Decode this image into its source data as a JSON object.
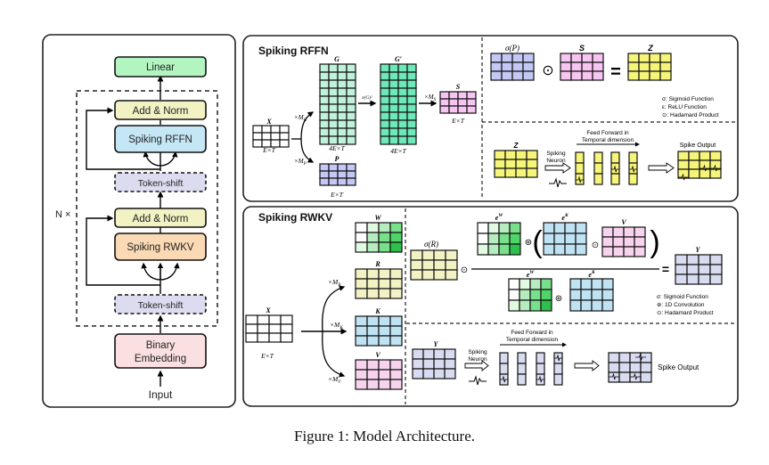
{
  "caption": "Figure 1: Model Architecture.",
  "left_panel": {
    "repeat_label": "N ×",
    "blocks": {
      "linear": "Linear",
      "add_norm_top": "Add & Norm",
      "spiking_rffn": "Spiking RFFN",
      "token_shift_top": "Token-shift",
      "add_norm_bottom": "Add & Norm",
      "spiking_rwkv": "Spiking RWKV",
      "token_shift_bottom": "Token-shift",
      "binary_embedding_line1": "Binary",
      "binary_embedding_line2": "Embedding"
    },
    "input_label": "Input",
    "colors": {
      "linear": "#b3f5c0",
      "add_norm": "#f2f2c4",
      "spiking_rffn": "#c4e6f5",
      "token_shift": "#dcdcf0",
      "spiking_rwkv": "#fbd9b4",
      "binary_embedding": "#fbe0e2"
    }
  },
  "rffn_panel": {
    "title": "Spiking RFFN",
    "x_label": "X",
    "x_dim": "E×T",
    "mg_label": "×M",
    "mg_sub": "G",
    "mp_label": "×M",
    "mp_sub": "P",
    "g_label": "G",
    "g_dim": "4E×T",
    "p_label": "P",
    "p_dim": "E×T",
    "relu_label": "ε(G)²",
    "gprime_label": "G′",
    "gprime_dim": "4E×T",
    "ms_label": "×M",
    "ms_sub": "S",
    "s_label": "S",
    "s_dim": "E×T",
    "eq": {
      "sigma_p": "σ(P)",
      "s": "S",
      "z": "Z",
      "hadamard": "⊙",
      "equals": "="
    },
    "legend": [
      "σ: Sigmoid Function",
      "ε: ReLU Function",
      "⊙: Hadamard Product"
    ],
    "spike": {
      "input_label": "Z",
      "neuron_line1": "Spiking",
      "neuron_line2": "Neuron",
      "ff_line1": "Feed Forward in",
      "ff_line2": "Temporal dimension",
      "output_label": "Spike Output"
    }
  },
  "rwkv_panel": {
    "title": "Spiking RWKV",
    "x_label": "X",
    "x_dim": "E×T",
    "w_label": "W",
    "r_label": "R",
    "k_label": "K",
    "v_label": "V",
    "mr_label": "×M",
    "mr_sub": "R",
    "mk_label": "×M",
    "mk_sub": "K",
    "mv_label": "×M",
    "mv_sub": "V",
    "eq": {
      "sigma_r": "σ(R)",
      "ew": "e",
      "ew_sup": "W",
      "ek": "e",
      "ek_sup": "K",
      "v": "V",
      "y": "Y",
      "conv": "⊛",
      "hadamard": "⊙",
      "equals": "="
    },
    "legend": [
      "σ: Sigmoid Function",
      "⊛: 1D Convolution",
      "⊙: Hadamard Product"
    ],
    "spike": {
      "input_label": "Y",
      "neuron_line1": "Spiking",
      "neuron_line2": "Neuron",
      "ff_line1": "Feed Forward in",
      "ff_line2": "Temporal dimension",
      "output_label": "Spike Output"
    }
  },
  "matrix_colors": {
    "x": "#ffffff",
    "g": "#c0f2dc",
    "gprime": "#6ee8b8",
    "p": "#c3c8f5",
    "s": "#f7c5f2",
    "z": "#f5f57a",
    "r": "#f2f2c4",
    "k": "#bfe3f3",
    "v": "#f7d3ee",
    "y": "#d9dcf0",
    "w_shades": [
      "#ffffff",
      "#e2f9e2",
      "#b7ecc0",
      "#78e08a",
      "#4fd46a",
      "#2fbf4c"
    ]
  }
}
